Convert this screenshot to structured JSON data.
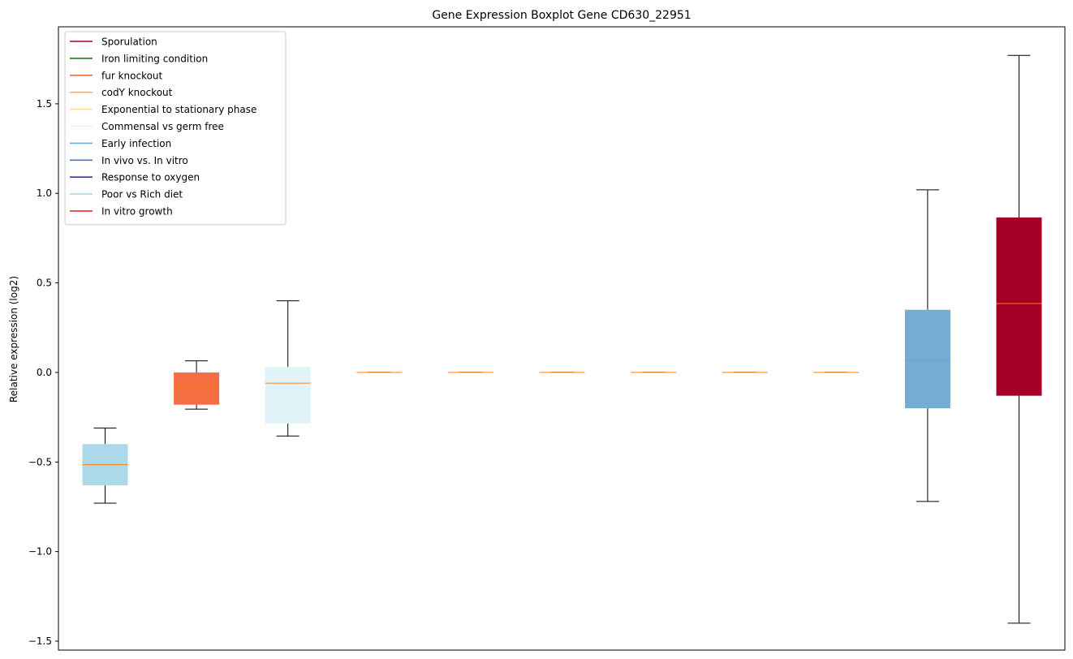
{
  "chart_data": {
    "type": "boxplot",
    "title": "Gene Expression Boxplot Gene CD630_22951",
    "xlabel": "",
    "ylabel": "Relative expression (log2)",
    "ylim": [
      -1.55,
      1.93
    ],
    "yticks": [
      -1.5,
      -1.0,
      -0.5,
      0.0,
      0.5,
      1.0,
      1.5
    ],
    "ytick_labels": [
      "−1.5",
      "−1.0",
      "−0.5",
      "0.0",
      "0.5",
      "1.0",
      "1.5"
    ],
    "grid": false,
    "legend_position": "top-left",
    "legend": [
      {
        "label": "Sporulation",
        "color": "#a50026"
      },
      {
        "label": "Iron limiting condition",
        "color": "#1a7a2a"
      },
      {
        "label": "fur knockout",
        "color": "#f46d43"
      },
      {
        "label": "codY knockout",
        "color": "#fdae61"
      },
      {
        "label": "Exponential to stationary phase",
        "color": "#fee090"
      },
      {
        "label": "Commensal vs germ free",
        "color": "#e0f3f8"
      },
      {
        "label": "Early infection",
        "color": "#74add1"
      },
      {
        "label": "In vivo vs. In vitro",
        "color": "#4575b4"
      },
      {
        "label": "Response to oxygen",
        "color": "#313695"
      },
      {
        "label": "Poor vs Rich diet",
        "color": "#abd9e9"
      },
      {
        "label": "In vitro growth",
        "color": "#e31a1c"
      }
    ],
    "boxes": [
      {
        "color": "#abd9e9",
        "whislo": -0.73,
        "q1": -0.63,
        "med": -0.515,
        "q3": -0.4,
        "whishi": -0.31
      },
      {
        "color": "#f46d43",
        "whislo": -0.205,
        "q1": -0.18,
        "med": -0.08,
        "q3": 0.0,
        "whishi": 0.065
      },
      {
        "color": "#e0f3f8",
        "whislo": -0.355,
        "q1": -0.285,
        "med": -0.06,
        "q3": 0.03,
        "whishi": 0.4
      },
      {
        "color": "#ffffff",
        "whislo": 0.0,
        "q1": 0.0,
        "med": 0.0,
        "q3": 0.0,
        "whishi": 0.0
      },
      {
        "color": "#ffffff",
        "whislo": 0.0,
        "q1": 0.0,
        "med": 0.0,
        "q3": 0.0,
        "whishi": 0.0
      },
      {
        "color": "#ffffff",
        "whislo": 0.0,
        "q1": 0.0,
        "med": 0.0,
        "q3": 0.0,
        "whishi": 0.0
      },
      {
        "color": "#ffffff",
        "whislo": 0.0,
        "q1": 0.0,
        "med": 0.0,
        "q3": 0.0,
        "whishi": 0.0
      },
      {
        "color": "#ffffff",
        "whislo": 0.0,
        "q1": 0.0,
        "med": 0.0,
        "q3": 0.0,
        "whishi": 0.0
      },
      {
        "color": "#ffffff",
        "whislo": 0.0,
        "q1": 0.0,
        "med": 0.0,
        "q3": 0.0,
        "whishi": 0.0
      },
      {
        "color": "#74add1",
        "whislo": -0.72,
        "q1": -0.2,
        "med": 0.07,
        "q3": 0.35,
        "whishi": 1.02
      },
      {
        "color": "#a50026",
        "whislo": -1.4,
        "q1": -0.13,
        "med": 0.385,
        "q3": 0.865,
        "whishi": 1.77
      }
    ],
    "median_color": "#ff7f0e"
  }
}
